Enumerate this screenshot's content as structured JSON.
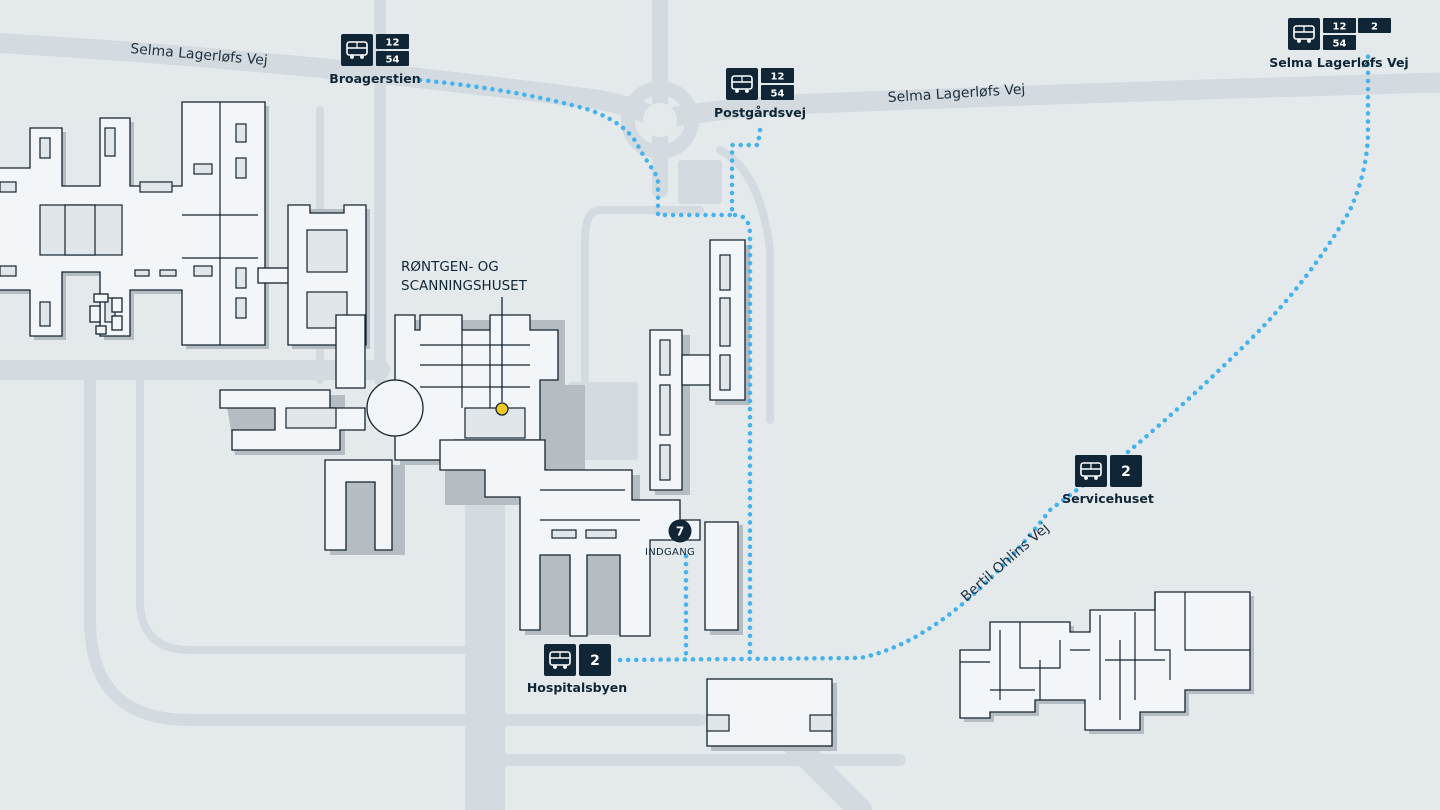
{
  "colors": {
    "background": "#e4e9ec",
    "road": "#d3dbe0",
    "building_fill": "#f3f6f8",
    "building_outline": "#16232e",
    "building_shadow": "#b5bcc2",
    "walking_path": "#45b3ea",
    "bus_stop_badge": "#102636",
    "poi_marker": "#f2c81f"
  },
  "roads": {
    "selma_lagerlofs_vej_west": "Selma Lagerløfs Vej",
    "selma_lagerlofs_vej_east": "Selma Lagerløfs Vej",
    "bertil_ohlins_vej": "Bertil Ohlins Vej"
  },
  "bus_stops": [
    {
      "id": "broagerstien",
      "name": "Broagerstien",
      "routes": [
        "12",
        "54"
      ],
      "icon": "bus-icon"
    },
    {
      "id": "postgardsvej",
      "name": "Postgårdsvej",
      "routes": [
        "12",
        "54"
      ],
      "icon": "bus-icon"
    },
    {
      "id": "selma",
      "name": "Selma Lagerløfs Vej",
      "routes": [
        "12",
        "2",
        "54"
      ],
      "icon": "bus-icon"
    },
    {
      "id": "servicehuset",
      "name": "Servicehuset",
      "routes": [
        "2"
      ],
      "icon": "bus-icon"
    },
    {
      "id": "hospitalsbyen",
      "name": "Hospitalsbyen",
      "routes": [
        "2"
      ],
      "icon": "bus-icon"
    }
  ],
  "poi": {
    "label_line1": "RØNTGEN- OG",
    "label_line2": "SCANNINGSHUSET",
    "marker_icon": "location-dot-icon"
  },
  "entrance": {
    "number": "7",
    "label": "INDGANG"
  }
}
